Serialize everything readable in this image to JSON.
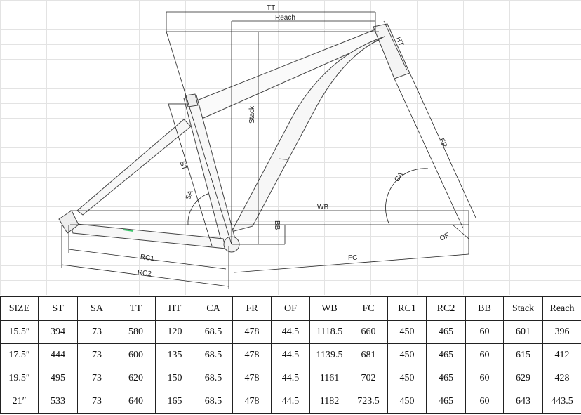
{
  "diagram": {
    "labels": {
      "tt": "TT",
      "reach": "Reach",
      "ht": "HT",
      "stack": "Stack",
      "fr": "FR",
      "st": "ST",
      "sa": "SA",
      "ca": "CA",
      "wb": "WB",
      "bb": "BB",
      "of": "OF",
      "fc": "FC",
      "rc1": "RC1",
      "rc2": "RC2"
    },
    "colors": {
      "frame": "#444444",
      "dimension": "#222222",
      "grid": "#e3e3e3",
      "accent": "#3cc46b"
    }
  },
  "table": {
    "headers": [
      "SIZE",
      "ST",
      "SA",
      "TT",
      "HT",
      "CA",
      "FR",
      "OF",
      "WB",
      "FC",
      "RC1",
      "RC2",
      "BB",
      "Stack",
      "Reach"
    ],
    "rows": [
      [
        "15.5″",
        "394",
        "73",
        "580",
        "120",
        "68.5",
        "478",
        "44.5",
        "1118.5",
        "660",
        "450",
        "465",
        "60",
        "601",
        "396"
      ],
      [
        "17.5″",
        "444",
        "73",
        "600",
        "135",
        "68.5",
        "478",
        "44.5",
        "1139.5",
        "681",
        "450",
        "465",
        "60",
        "615",
        "412"
      ],
      [
        "19.5″",
        "495",
        "73",
        "620",
        "150",
        "68.5",
        "478",
        "44.5",
        "1161",
        "702",
        "450",
        "465",
        "60",
        "629",
        "428"
      ],
      [
        "21″",
        "533",
        "73",
        "640",
        "165",
        "68.5",
        "478",
        "44.5",
        "1182",
        "723.5",
        "450",
        "465",
        "60",
        "643",
        "443.5"
      ]
    ]
  }
}
